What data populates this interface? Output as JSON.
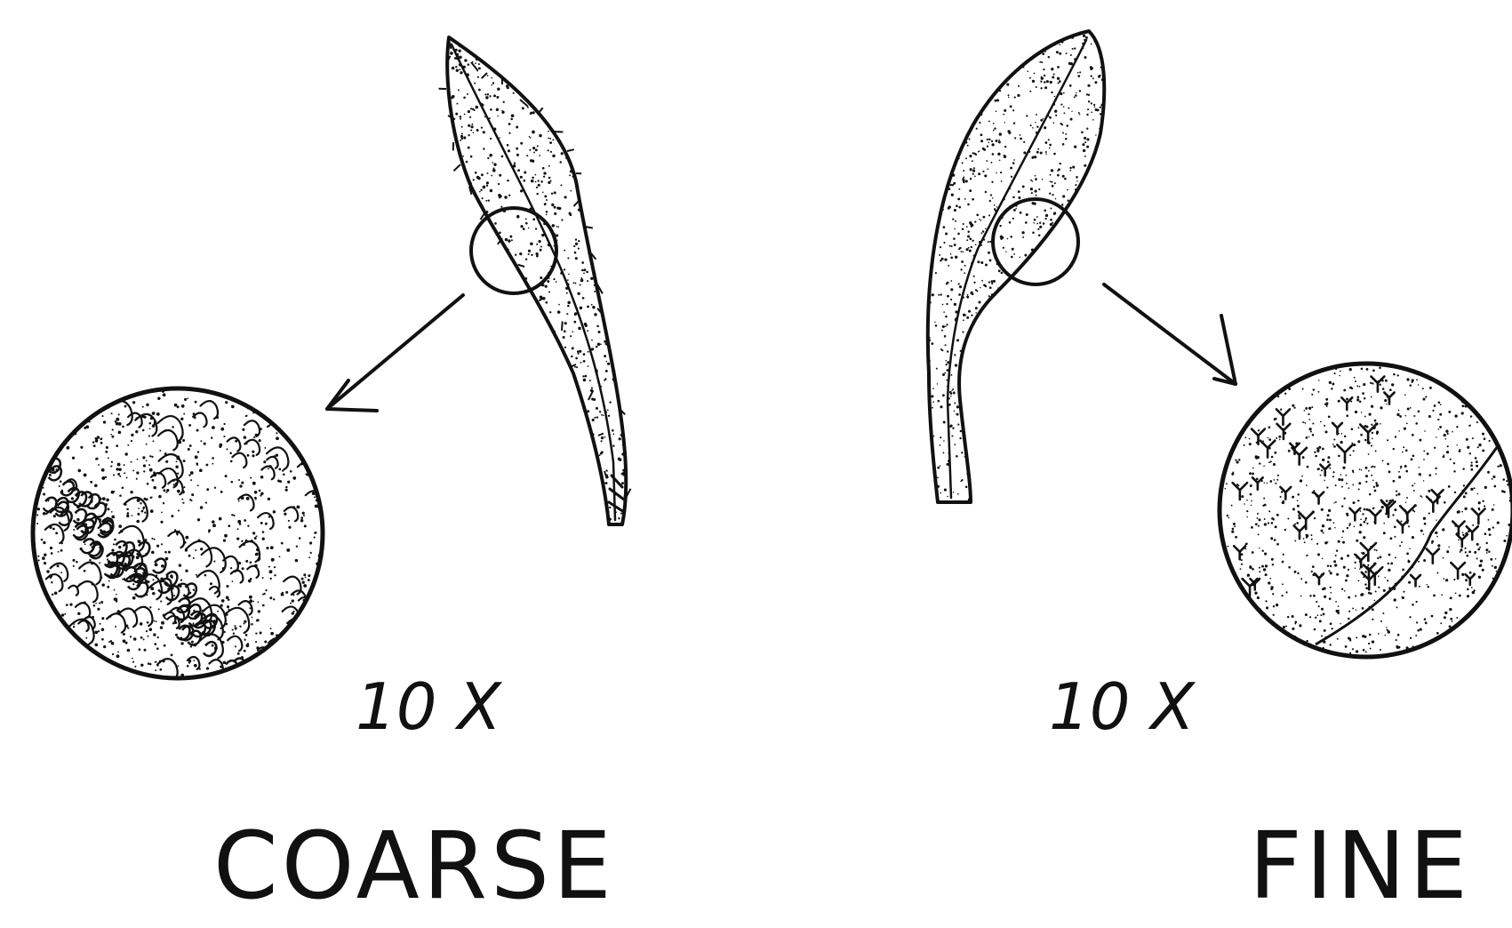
{
  "panels": [
    {
      "id": "coarse",
      "magnification": "10 X",
      "caption": "COARSE"
    },
    {
      "id": "fine",
      "magnification": "10 X",
      "caption": "FINE"
    }
  ],
  "colors": {
    "ink": "#111111",
    "background": "#ffffff"
  }
}
